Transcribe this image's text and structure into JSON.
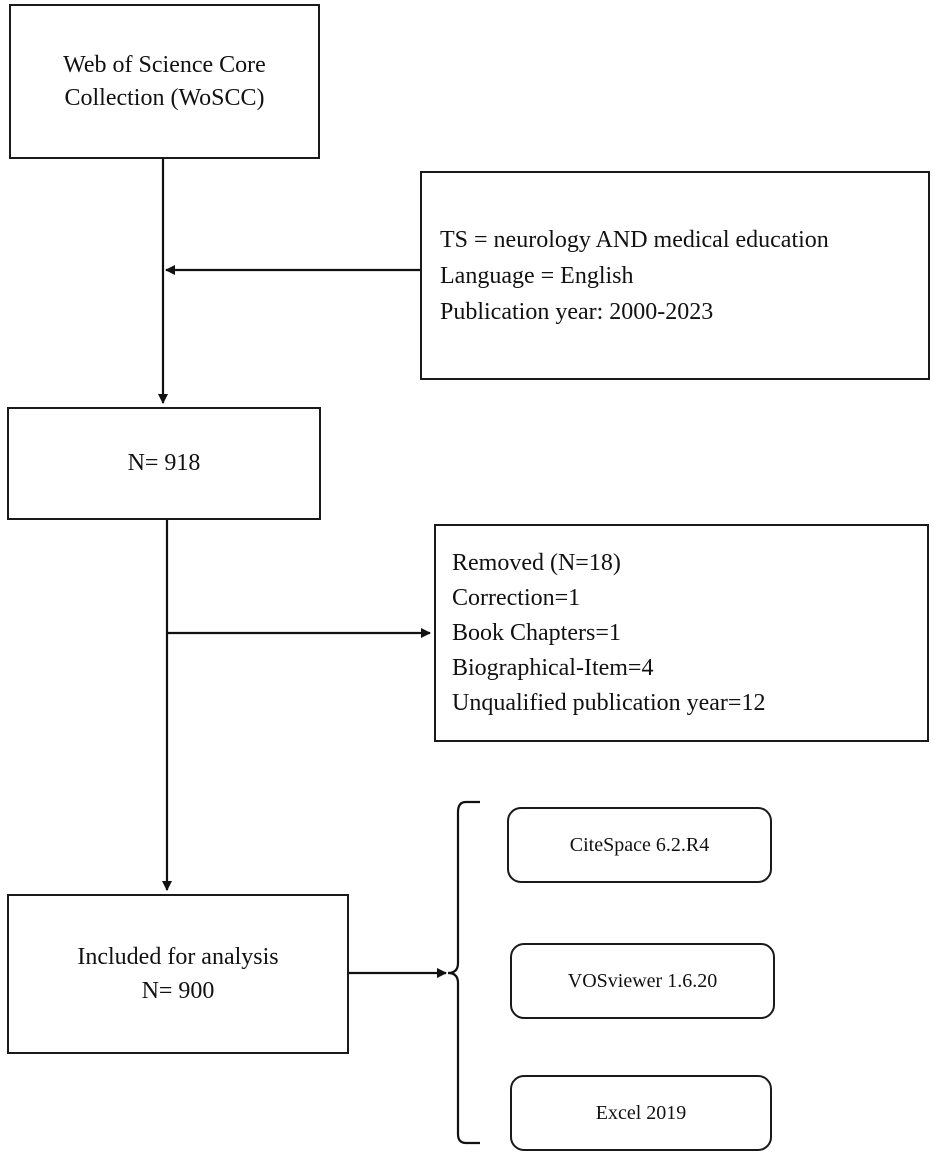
{
  "source_box": {
    "lines": [
      "Web of Science Core",
      "Collection (WoSCC)"
    ]
  },
  "search_criteria_box": {
    "lines": [
      "TS = neurology AND medical education",
      "Language = English",
      "Publication year: 2000-2023"
    ]
  },
  "retrieved_box": {
    "lines": [
      "N= 918"
    ]
  },
  "removed_box": {
    "lines": [
      "Removed (N=18)",
      "Correction=1",
      "Book Chapters=1",
      "Biographical-Item=4",
      "Unqualified publication year=12"
    ]
  },
  "included_box": {
    "lines": [
      "Included for analysis",
      "N= 900"
    ]
  },
  "tools": [
    {
      "label": "CiteSpace 6.2.R4"
    },
    {
      "label": "VOSviewer 1.6.20"
    },
    {
      "label": "Excel 2019"
    }
  ]
}
